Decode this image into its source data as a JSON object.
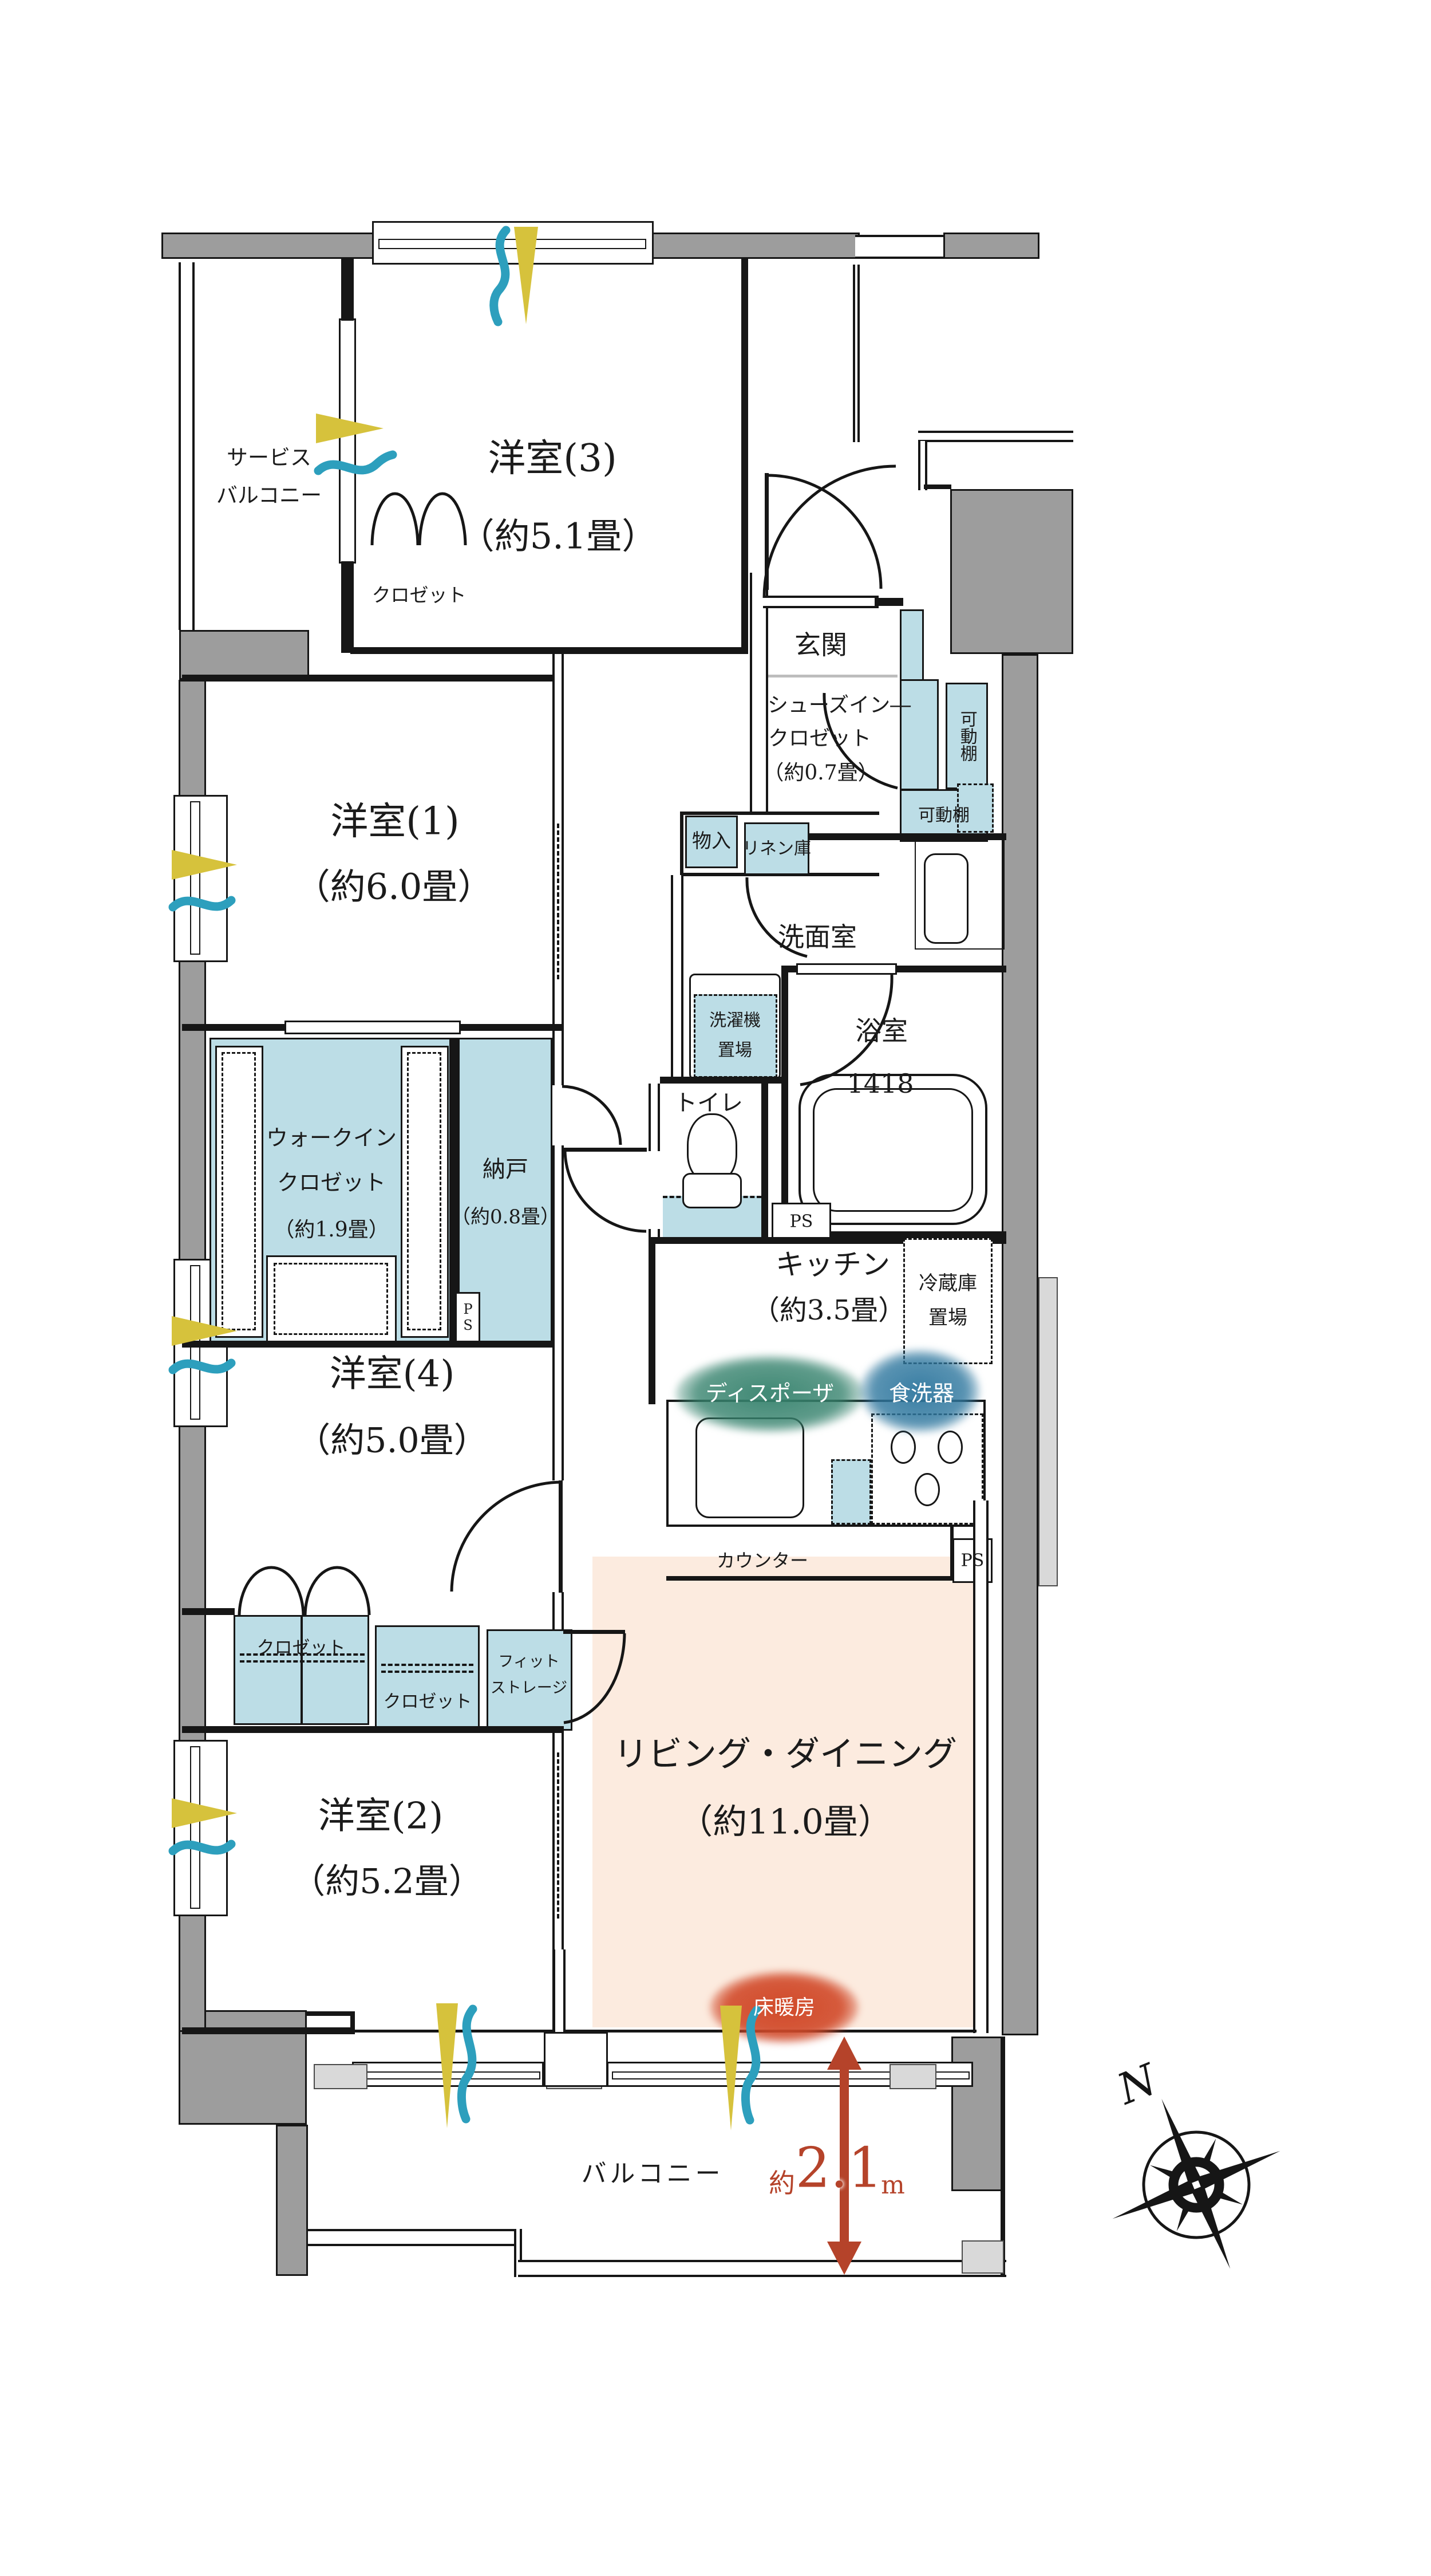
{
  "colors": {
    "wall_gray": "#9d9d9d",
    "light_gray": "#d9d9d9",
    "line_black": "#161616",
    "closet_blue": "#bcdde6",
    "ld_peach": "#fcebdf",
    "vent_yellow": "#d6c23c",
    "vent_teal": "#2d9fbd",
    "disposer_green": "#37836e",
    "dishwasher_blue": "#30789f",
    "floor_heating_red": "#d14a2a",
    "dimension_red": "#b5432a"
  },
  "rooms": {
    "service_balcony": {
      "line1": "サービス",
      "line2": "バルコニー"
    },
    "western3": {
      "name": "洋室(3)",
      "size": "（約5.1畳）"
    },
    "western1": {
      "name": "洋室(1)",
      "size": "（約6.0畳）"
    },
    "western4": {
      "name": "洋室(4)",
      "size": "（約5.0畳）"
    },
    "western2": {
      "name": "洋室(2)",
      "size": "（約5.2畳）"
    },
    "living_dining": {
      "name": "リビング・ダイニング",
      "size": "（約11.0畳）"
    },
    "kitchen": {
      "name": "キッチン",
      "size": "（約3.5畳）"
    },
    "entrance": {
      "name": "玄関"
    },
    "shoe_closet": {
      "line1": "シューズイン―",
      "line2": "クロゼット",
      "line3": "（約0.7畳）"
    },
    "washroom": {
      "name": "洗面室"
    },
    "bathroom": {
      "name": "浴室",
      "code": "1418"
    },
    "toilet": {
      "name": "トイレ"
    },
    "wic": {
      "line1": "ウォークイン",
      "line2": "クロゼット",
      "line3": "（約1.9畳）"
    },
    "storeroom": {
      "name": "納戸",
      "size": "（約0.8畳）"
    },
    "balcony": {
      "name": "バルコニー"
    }
  },
  "storage": {
    "closet3": "クロゼット",
    "closet4": "クロゼット",
    "closet_mid": "クロゼット",
    "fit1": "フィット",
    "fit2": "ストレージ",
    "shelf_v": "可動棚",
    "shelf_h": "可動棚",
    "mono": "物入",
    "linen": "リネン庫",
    "washer1": "洗濯機",
    "washer2": "置場",
    "fridge1": "冷蔵庫",
    "fridge2": "置場"
  },
  "kitchen_items": {
    "counter": "カウンター",
    "disposer": "ディスポーザ",
    "dishwasher": "食洗器"
  },
  "equipment": {
    "floor_heating": "床暖房",
    "ps": "PS"
  },
  "dimension": {
    "about": "約",
    "value": "2.1",
    "unit": "m"
  },
  "compass": {
    "north": "N"
  }
}
